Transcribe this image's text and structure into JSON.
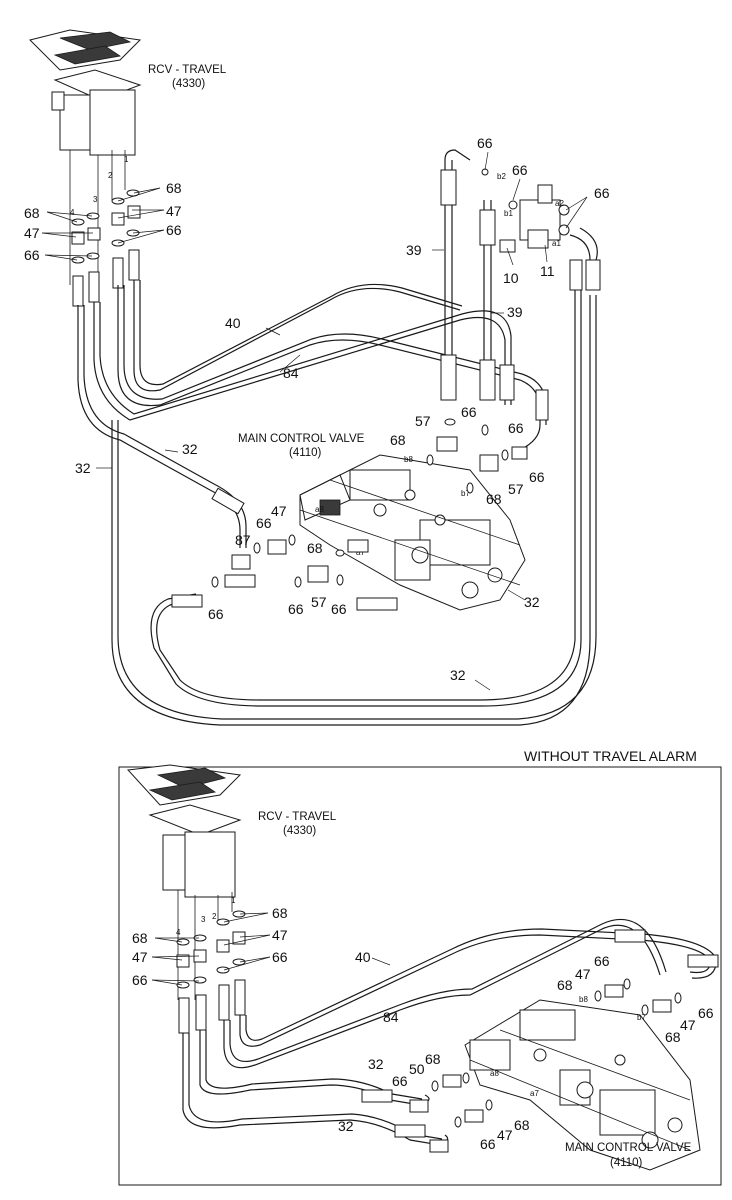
{
  "main": {
    "rcv_label": "RCV - TRAVEL",
    "rcv_code": "(4330)",
    "mcv_label": "MAIN CONTROL VALVE",
    "mcv_code": "(4110)",
    "callouts": {
      "n66a": "66",
      "n66b": "66",
      "n66c": "66",
      "n66d": "66",
      "n66e": "66",
      "n66f": "66",
      "n66g": "66",
      "n66h": "66",
      "n66i": "66",
      "n66j": "66",
      "n66k": "66",
      "n68a": "68",
      "n68b": "68",
      "n68c": "68",
      "n68d": "68",
      "n68e": "68",
      "n47a": "47",
      "n47b": "47",
      "n47c": "47",
      "n39a": "39",
      "n39b": "39",
      "n40": "40",
      "n84": "84",
      "n32a": "32",
      "n32b": "32",
      "n32c": "32",
      "n32d": "32",
      "n57a": "57",
      "n57b": "57",
      "n57c": "57",
      "n87": "87",
      "n10": "10",
      "n11": "11"
    },
    "ports": {
      "p1": "1",
      "p2": "2",
      "p3": "3",
      "p4": "4",
      "b2": "b2",
      "b1": "b1",
      "a2": "a2",
      "a1": "a1",
      "b8": "b8",
      "a8": "a8",
      "b7": "b7",
      "a7": "a7"
    }
  },
  "inset": {
    "title": "WITHOUT TRAVEL ALARM",
    "rcv_label": "RCV - TRAVEL",
    "rcv_code": "(4330)",
    "mcv_label": "MAIN CONTROL VALVE",
    "mcv_code": "(4110)",
    "callouts": {
      "n68a": "68",
      "n68b": "68",
      "n68c": "68",
      "n68d": "68",
      "n68e": "68",
      "n68f": "68",
      "n47a": "47",
      "n47b": "47",
      "n47c": "47",
      "n47d": "47",
      "n47e": "47",
      "n66a": "66",
      "n66b": "66",
      "n66c": "66",
      "n66d": "66",
      "n66e": "66",
      "n66f": "66",
      "n40": "40",
      "n84": "84",
      "n32a": "32",
      "n32b": "32",
      "n50": "50"
    },
    "ports": {
      "p1": "1",
      "p2": "2",
      "p3": "3",
      "p4": "4",
      "b8": "b8",
      "a8": "a8",
      "b7": "b7",
      "a7": "a7"
    }
  }
}
